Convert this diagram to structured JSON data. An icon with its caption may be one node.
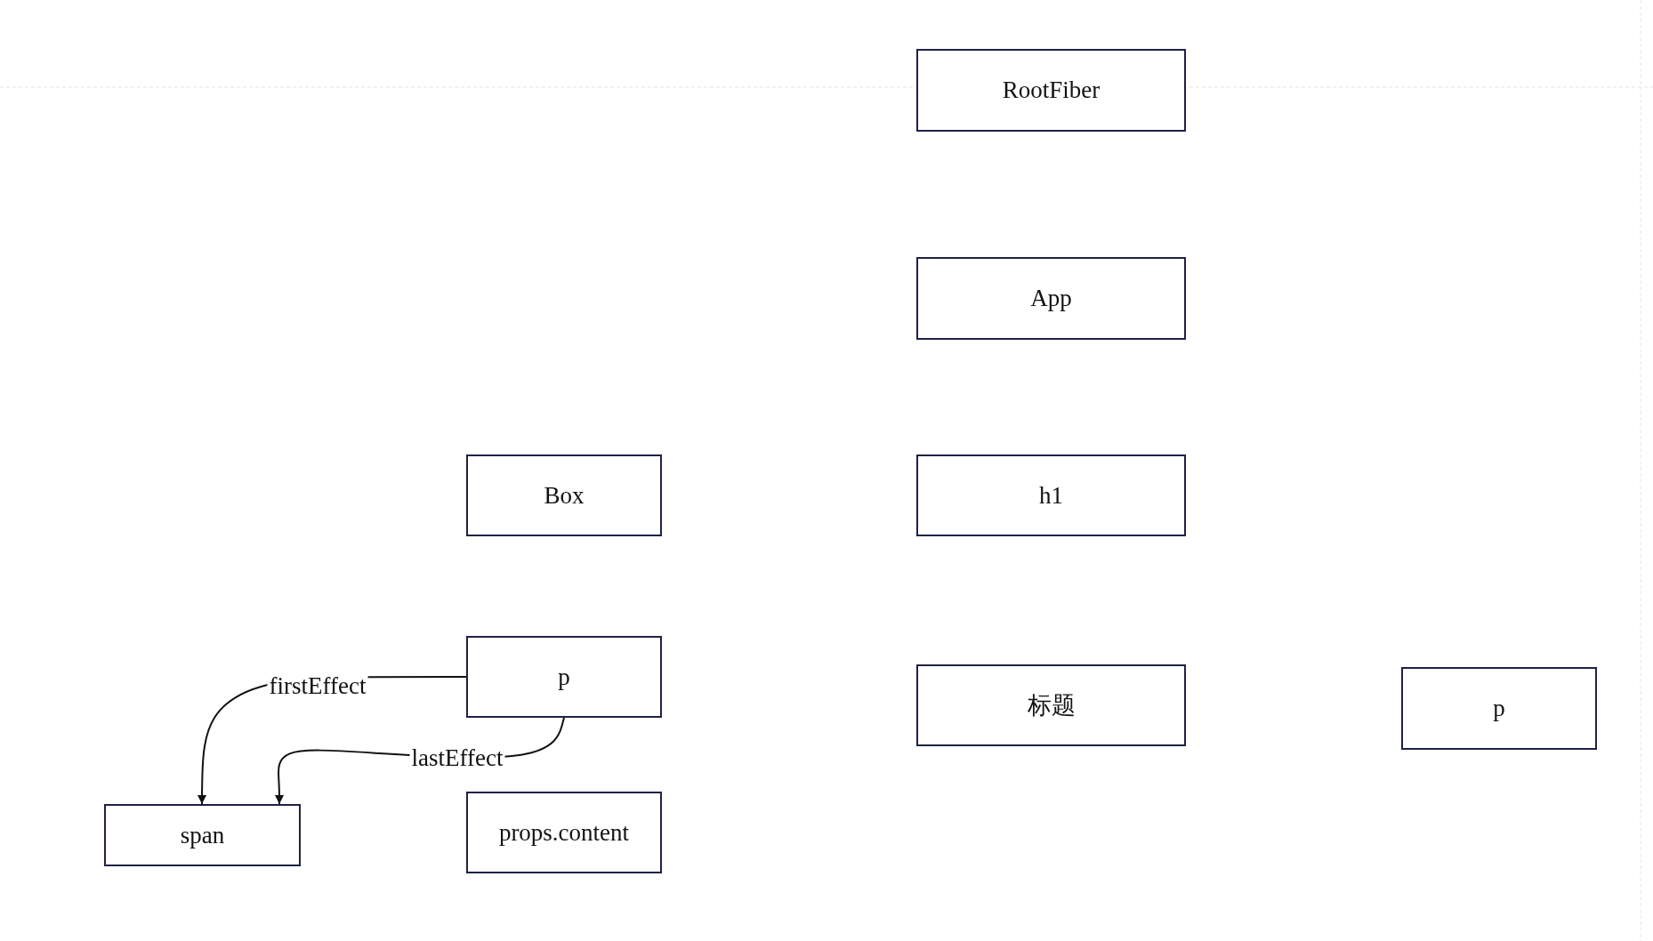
{
  "diagram": {
    "nodes": [
      {
        "text": [
          "RootFiber"
        ]
      },
      {
        "text": [
          "App"
        ]
      },
      {
        "text": [
          "Box"
        ]
      },
      {
        "text": [
          "h1"
        ]
      },
      {
        "text": [
          "p"
        ]
      },
      {
        "text": [
          "标题"
        ]
      },
      {
        "text": [
          "p"
        ]
      },
      {
        "text": [
          "span"
        ]
      },
      {
        "text": [
          "props.content"
        ]
      }
    ],
    "edges": [
      {
        "from": 4,
        "to": 7,
        "arrow": "to",
        "label": "firstEffect"
      },
      {
        "from": 4,
        "to": 7,
        "arrow": "to",
        "label": "lastEffect"
      }
    ]
  }
}
